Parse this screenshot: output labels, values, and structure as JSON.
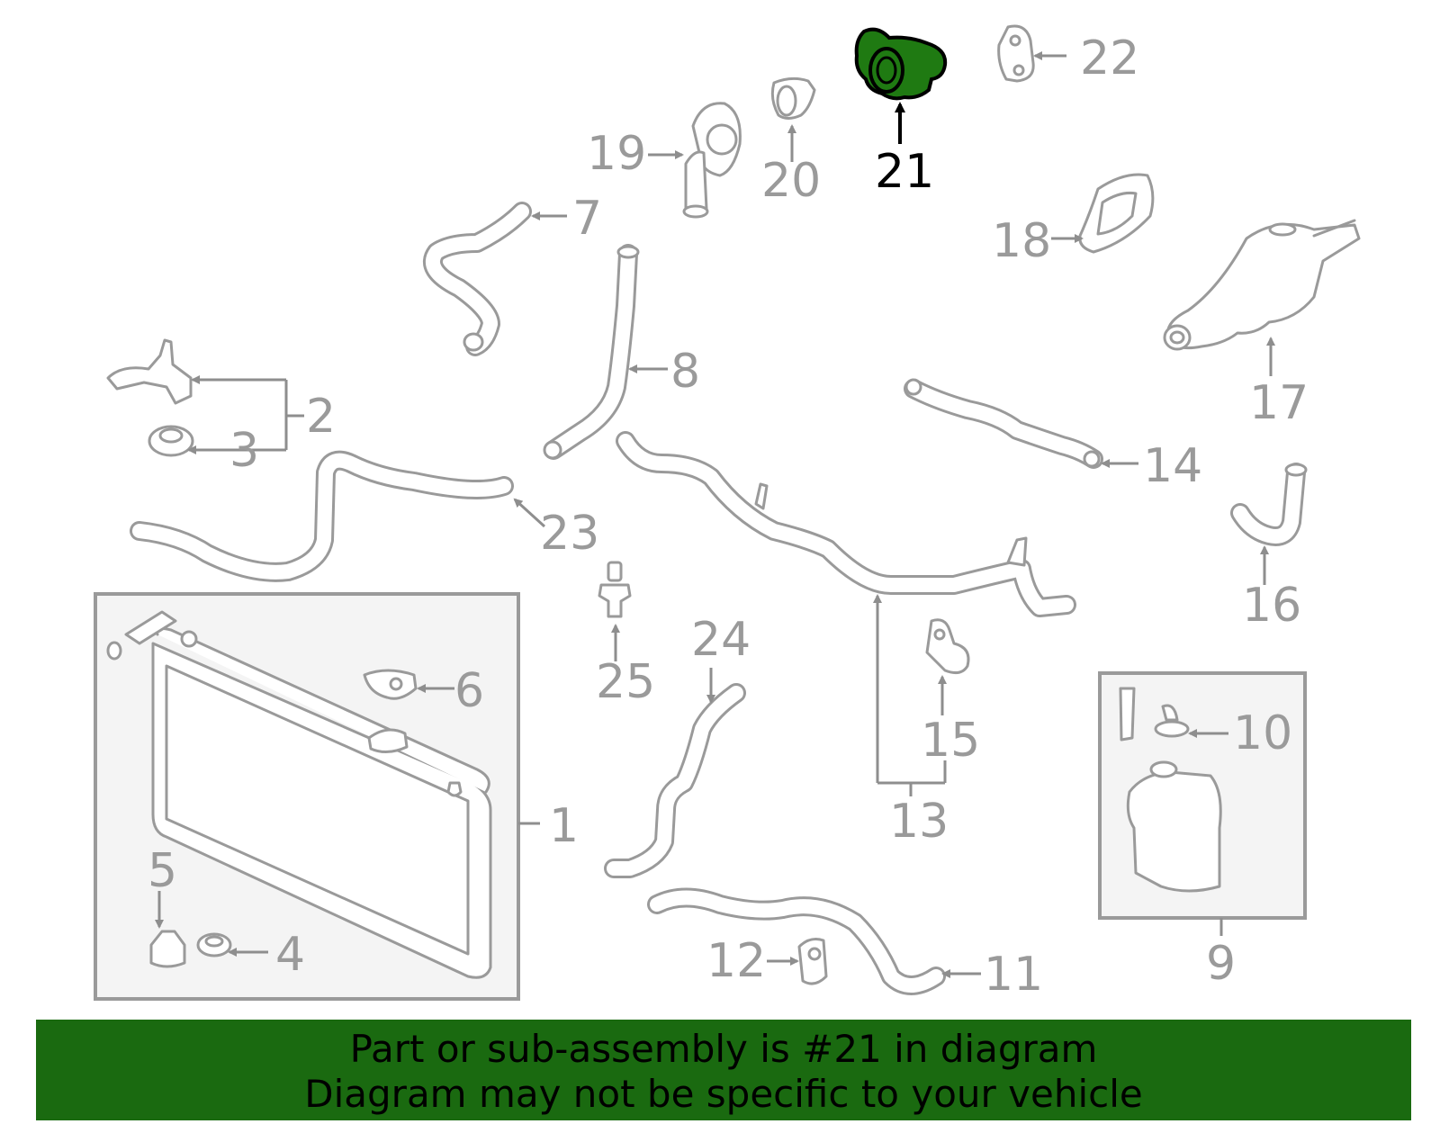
{
  "callouts": {
    "n1": "1",
    "n2": "2",
    "n3": "3",
    "n4": "4",
    "n5": "5",
    "n6": "6",
    "n7": "7",
    "n8": "8",
    "n9": "9",
    "n10": "10",
    "n11": "11",
    "n12": "12",
    "n13": "13",
    "n14": "14",
    "n15": "15",
    "n16": "16",
    "n17": "17",
    "n18": "18",
    "n19": "19",
    "n20": "20",
    "n21": "21",
    "n22": "22",
    "n23": "23",
    "n24": "24",
    "n25": "25"
  },
  "highlight": {
    "part_number": "21",
    "color": "#1a6a10"
  },
  "colors": {
    "parts": "#9a9a9a",
    "banner": "#1a6a10",
    "highlight_text": "#000000"
  },
  "banner": {
    "line1": "Part or sub-assembly is #21 in diagram",
    "line2": "Diagram may not be specific to your vehicle"
  }
}
